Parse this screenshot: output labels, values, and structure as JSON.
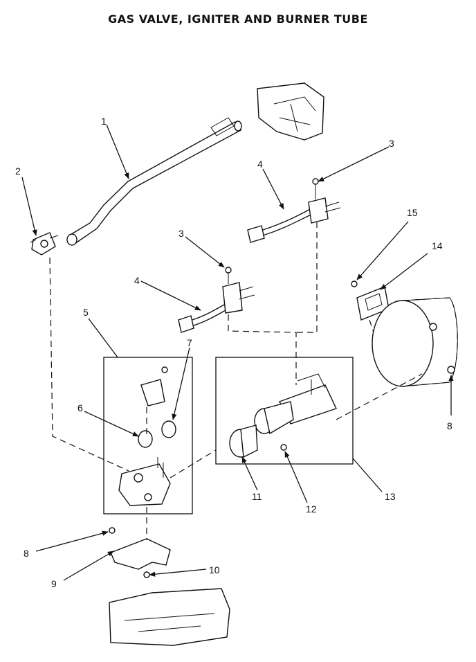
{
  "title": "GAS VALVE, IGNITER AND BURNER TUBE",
  "callouts": {
    "c1": "1",
    "c2": "2",
    "c3a": "3",
    "c3b": "3",
    "c4a": "4",
    "c4b": "4",
    "c5": "5",
    "c6": "6",
    "c7": "7",
    "c8a": "8",
    "c8b": "8",
    "c9": "9",
    "c10": "10",
    "c11": "11",
    "c12": "12",
    "c13": "13",
    "c14": "14",
    "c15": "15"
  }
}
